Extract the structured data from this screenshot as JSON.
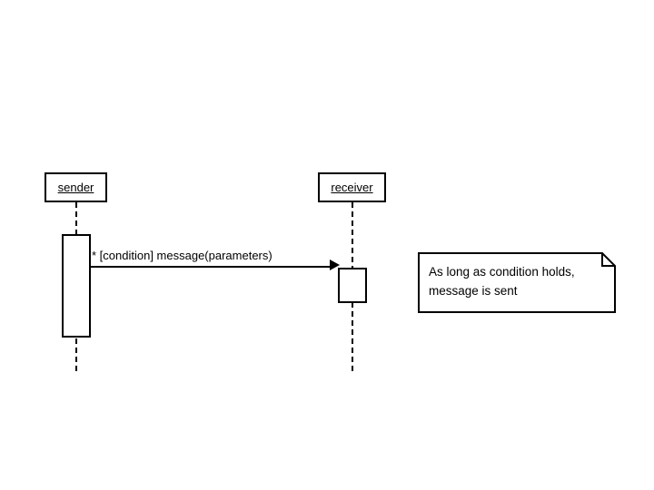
{
  "diagram": {
    "type": "uml-sequence-diagram",
    "background_color": "#ffffff",
    "stroke_color": "#000000"
  },
  "lifelines": [
    {
      "id": "sender",
      "label": "sender",
      "underlined": true,
      "activation": {
        "present": true
      }
    },
    {
      "id": "receiver",
      "label": "receiver",
      "underlined": true,
      "activation": {
        "present": true
      }
    }
  ],
  "messages": [
    {
      "id": "message-1",
      "label": "* [condition] message(parameters)",
      "iteration_marker": "*",
      "guard": "[condition]",
      "signature": "message(parameters)",
      "from": "sender",
      "to": "receiver",
      "arrowhead": "filled-solid-triangle",
      "line_style": "solid"
    }
  ],
  "note": {
    "id": "note-1",
    "lines": [
      "As long as condition holds,",
      "message is sent"
    ],
    "folded_corner": "top-right"
  }
}
